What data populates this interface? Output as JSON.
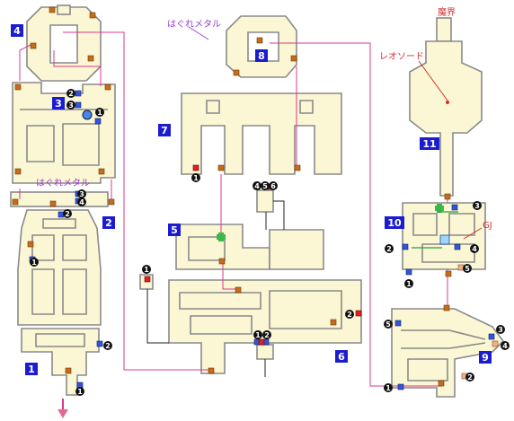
{
  "labels": {
    "metal_1": "はぐれメタル",
    "metal_2": "はぐれメタル",
    "makai": "魔界",
    "leosword": "レオソード",
    "gj": "GJ"
  },
  "floors": [
    "1",
    "2",
    "3",
    "4",
    "5",
    "6",
    "7",
    "8",
    "9",
    "10",
    "11"
  ],
  "markers": {
    "a1": "1",
    "a2": "2",
    "a3": "3",
    "a4": "4",
    "b1": "1",
    "b2": "2",
    "c1": "1",
    "d1": "1",
    "e1": "1",
    "e2": "2",
    "f4": "4",
    "f5": "5",
    "f6": "6",
    "g1": "1",
    "g2": "2",
    "g3": "3",
    "h1": "1",
    "h2": "2",
    "h3": "3",
    "h4": "4",
    "h5": "5",
    "i1": "1",
    "i2": "2",
    "i3": "3",
    "i4": "4",
    "i5": "5"
  },
  "colors": {
    "floor": "#fbf6d3",
    "wall": "#8a8a8a",
    "link": "#d8388f",
    "badge": "#1c1ccf",
    "stairs": "#c86b1a",
    "chest": "#3355dd",
    "red_chest": "#dd2222"
  }
}
